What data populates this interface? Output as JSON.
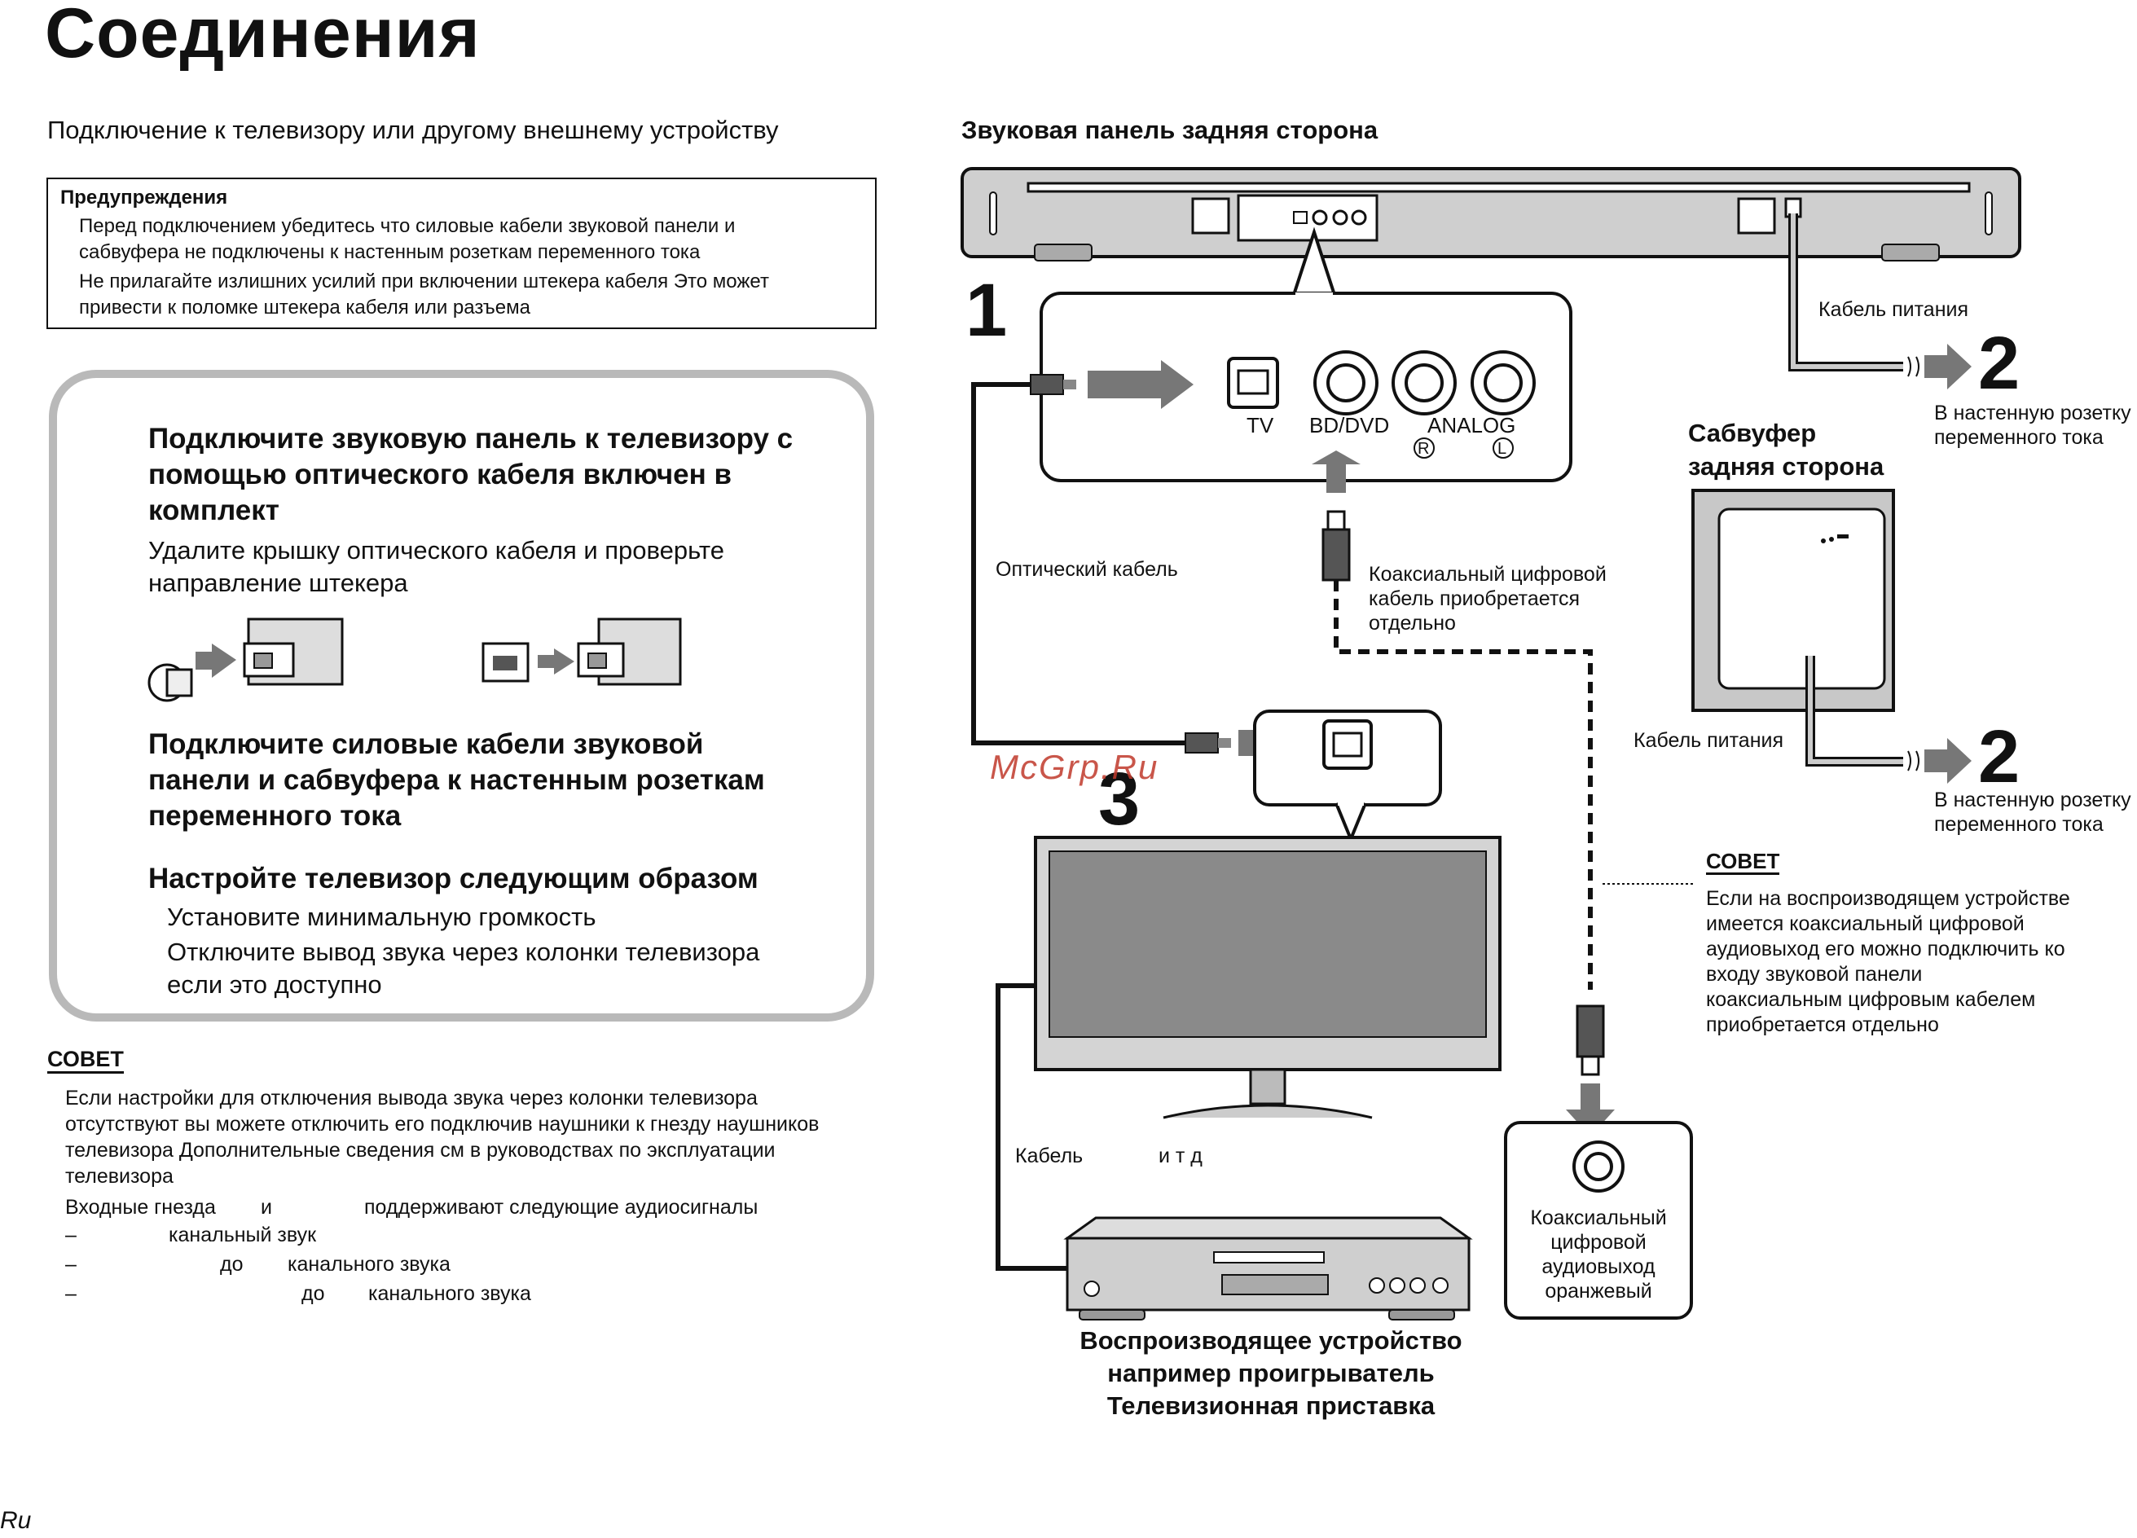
{
  "page": {
    "title": "Соединения",
    "subtitle": "Подключение к телевизору  или другому внешнему устройству",
    "footer_lang": "Ru",
    "watermark": "McGrp.Ru"
  },
  "warnings": {
    "heading": "Предупреждения",
    "lines": [
      "Перед подключением убедитесь  что силовые кабели звуковой панели и",
      "сабвуфера не подключены к настенным розеткам переменного тока",
      "Не прилагайте излишних усилий при включении штекера кабеля  Это может",
      "привести к поломке штекера кабеля или разъема"
    ]
  },
  "steps": {
    "step1_heading": [
      "Подключите звуковую панель к телевизору с",
      "помощью оптического кабеля  включен в",
      "комплект"
    ],
    "step1_text": [
      "Удалите крышку оптического кабеля и проверьте",
      "направление штекера"
    ],
    "step2_heading": [
      "Подключите силовые кабели звуковой",
      "панели и сабвуфера к настенным розеткам",
      "переменного тока"
    ],
    "step3_heading": "Настройте телевизор следующим образом",
    "step3_items": [
      "Установите минимальную громкость",
      "Отключите вывод звука через колонки телевизора",
      " если это доступно"
    ]
  },
  "tip_left": {
    "heading": "СОВЕТ",
    "lines": [
      "Если настройки для отключения вывода звука через колонки телевизора",
      "отсутствуют  вы можете отключить его  подключив наушники к гнезду наушников",
      "телевизора  Дополнительные сведения см  в руководствах по эксплуатации",
      "телевизора"
    ],
    "inputs_line": [
      "Входные гнезда",
      "и",
      "поддерживают следующие аудиосигналы"
    ],
    "formats": [
      {
        "dash": "–",
        "a": "канальный звук",
        "b": "",
        "c": ""
      },
      {
        "dash": "–",
        "a": "до",
        "b": "канального звука",
        "c": ""
      },
      {
        "dash": "–",
        "a": "до",
        "b": "канального звука",
        "c": ""
      }
    ]
  },
  "diagram": {
    "soundbar_title": "Звуковая панель  задняя сторона",
    "ports": {
      "tv": "TV",
      "bd": "BD/DVD",
      "analog": "ANALOG",
      "r": "R",
      "l": "L"
    },
    "power_cable": "Кабель питания",
    "outlet": [
      "В настенную розетку",
      "переменного тока"
    ],
    "subwoofer_title": [
      "Сабвуфер",
      " задняя сторона"
    ],
    "optical_cable": "Оптический кабель",
    "coax_cable": [
      "Коаксиальный цифровой",
      "кабель  приобретается",
      "отдельно"
    ],
    "tip_right": {
      "heading": "СОВЕТ",
      "lines": [
        "Если на воспроизводящем устройстве",
        "имеется коаксиальный цифровой",
        "аудиовыход  его можно подключить ко",
        "входу                звуковой панели",
        "коаксиальным цифровым кабелем",
        " приобретается отдельно"
      ]
    },
    "cable_label": [
      "Кабель",
      "и т д"
    ],
    "coax_out": [
      "Коаксиальный",
      "цифровой",
      "аудиовыход",
      "оранжевый"
    ],
    "player": [
      "Воспроизводящее устройство",
      "например         проигрыватель",
      "Телевизионная приставка"
    ],
    "step_numbers": {
      "one": "1",
      "two": "2",
      "three": "3"
    }
  }
}
